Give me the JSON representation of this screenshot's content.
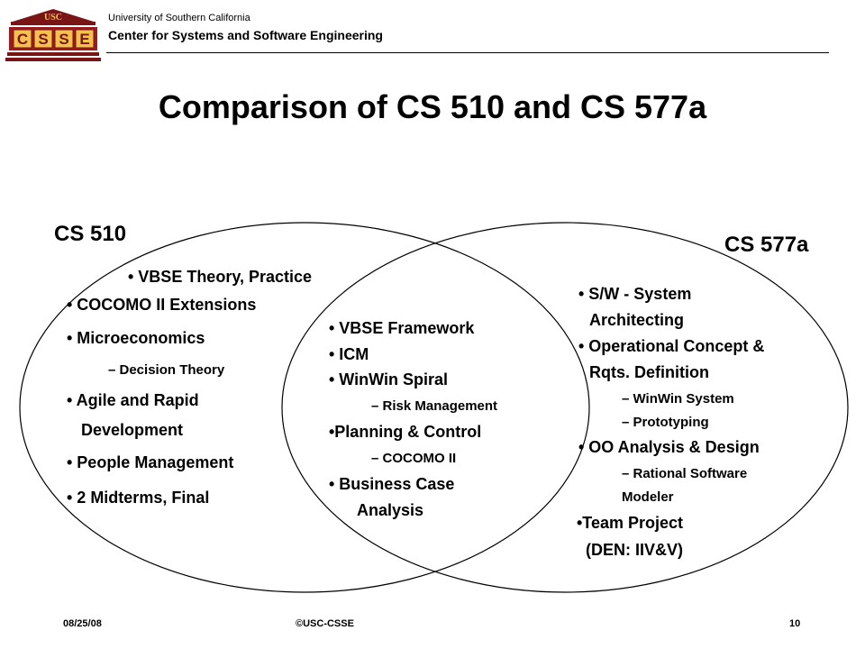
{
  "header": {
    "university": "University of Southern California",
    "center": "Center for Systems and Software Engineering",
    "logo": {
      "top_text": "USC",
      "letters": [
        "C",
        "S",
        "S",
        "E"
      ],
      "colors": {
        "red": "#9b1c1c",
        "gold": "#f2c14e",
        "maroon": "#7a1515"
      }
    }
  },
  "title": "Comparison of CS 510 and CS 577a",
  "left": {
    "heading": "CS 510",
    "items": {
      "vbse": "• VBSE Theory, Practice",
      "cocomo": "• COCOMO II Extensions",
      "micro": "• Microeconomics",
      "decision": "– Decision Theory",
      "agile1": "• Agile and Rapid",
      "agile2": "Development",
      "people": "• People Management",
      "exams": "• 2 Midterms, Final"
    }
  },
  "center": {
    "items": {
      "framework": "• VBSE Framework",
      "icm": "• ICM",
      "winwin": "• WinWin Spiral",
      "risk": "– Risk Management",
      "planning": "•Planning & Control",
      "cocomo": "– COCOMO II",
      "bizcase1": "• Business Case",
      "bizcase2": "Analysis"
    }
  },
  "right": {
    "heading": "CS 577a",
    "items": {
      "sw1": "• S/W - System",
      "sw2": "Architecting",
      "ops1": "• Operational Concept &",
      "ops2": "Rqts. Definition",
      "winwin": "– WinWin System",
      "proto": "– Prototyping",
      "oo": "• OO Analysis & Design",
      "rsm1": "– Rational Software",
      "rsm2": "Modeler",
      "team1": "•Team Project",
      "team2": "(DEN: IIV&V)"
    }
  },
  "footer": {
    "date": "08/25/08",
    "copyright": "©USC-CSSE",
    "page": "10"
  }
}
